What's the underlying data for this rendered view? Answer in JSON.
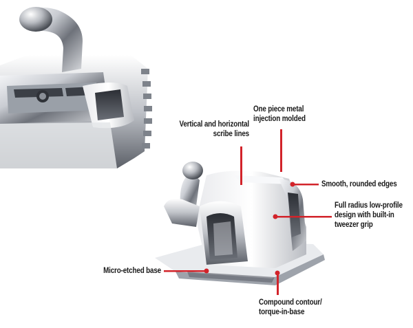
{
  "colors": {
    "leader": "#d2232a",
    "text": "#1a1a1a",
    "metal_dark": "#3a3d44",
    "metal_light": "#f4f5f7"
  },
  "callouts": {
    "scribe_lines": {
      "line1": "Vertical and horizontal",
      "line2": "scribe lines"
    },
    "one_piece": {
      "line1": "One piece metal",
      "line2": "injection molded"
    },
    "smooth_edges": {
      "line1": "Smooth, rounded edges"
    },
    "full_radius": {
      "line1": "Full radius low-profile",
      "line2": "design with built-in",
      "line3": "tweezer grip"
    },
    "micro_etched": {
      "line1": "Micro-etched base"
    },
    "compound_contour": {
      "line1": "Compound contour/",
      "line2": "torque-in-base"
    }
  }
}
